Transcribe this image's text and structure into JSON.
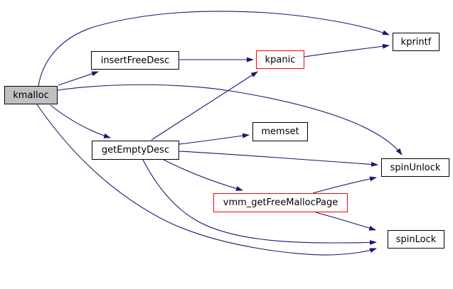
{
  "diagram": {
    "type": "call-graph",
    "root_function": "kmalloc",
    "background": "#ffffff",
    "edge_color": "#191970",
    "node_border_color": "#000000",
    "red_border_color": "#ff0000",
    "highlight_fill": "#c0c0c0",
    "node_fill": "#ffffff",
    "text_color": "#000000"
  },
  "nodes": [
    {
      "id": "kmalloc",
      "label": "kmalloc",
      "variant": "highlight"
    },
    {
      "id": "insertFreeDesc",
      "label": "insertFreeDesc",
      "variant": "normal"
    },
    {
      "id": "kpanic",
      "label": "kpanic",
      "variant": "red"
    },
    {
      "id": "kprintf",
      "label": "kprintf",
      "variant": "normal"
    },
    {
      "id": "memset",
      "label": "memset",
      "variant": "normal"
    },
    {
      "id": "getEmptyDesc",
      "label": "getEmptyDesc",
      "variant": "normal"
    },
    {
      "id": "spinUnlock",
      "label": "spinUnlock",
      "variant": "normal"
    },
    {
      "id": "vmm_getFreeMallocPage",
      "label": "vmm_getFreeMallocPage",
      "variant": "red"
    },
    {
      "id": "spinLock",
      "label": "spinLock",
      "variant": "normal"
    }
  ],
  "edges": [
    {
      "from": "kmalloc",
      "to": "kprintf"
    },
    {
      "from": "kmalloc",
      "to": "insertFreeDesc"
    },
    {
      "from": "kmalloc",
      "to": "getEmptyDesc"
    },
    {
      "from": "kmalloc",
      "to": "spinUnlock"
    },
    {
      "from": "kmalloc",
      "to": "spinLock"
    },
    {
      "from": "insertFreeDesc",
      "to": "kpanic"
    },
    {
      "from": "kpanic",
      "to": "kprintf"
    },
    {
      "from": "getEmptyDesc",
      "to": "kpanic"
    },
    {
      "from": "getEmptyDesc",
      "to": "memset"
    },
    {
      "from": "getEmptyDesc",
      "to": "spinUnlock"
    },
    {
      "from": "getEmptyDesc",
      "to": "vmm_getFreeMallocPage"
    },
    {
      "from": "getEmptyDesc",
      "to": "spinLock"
    },
    {
      "from": "vmm_getFreeMallocPage",
      "to": "spinUnlock"
    },
    {
      "from": "vmm_getFreeMallocPage",
      "to": "spinLock"
    }
  ]
}
